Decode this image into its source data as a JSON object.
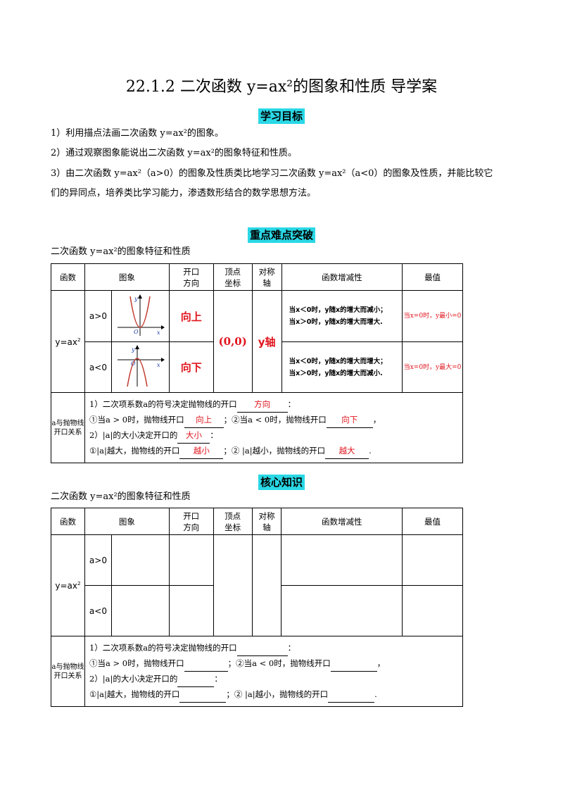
{
  "title": "22.1.2 二次函数 y=ax²的图象和性质 导学案",
  "sections": {
    "objectives": "学习目标",
    "key_points": "重点难点突破",
    "core": "核心知识"
  },
  "objectives": [
    "1）利用描点法画二次函数 y=ax²的图象。",
    "2）通过观察图象能说出二次函数 y=ax²的图象特征和性质。",
    "3）由二次函数 y=ax²（a>0）的图象及性质类比地学习二次函数 y=ax²（a<0）的图象及性质，并能比较它",
    "们的异同点，培养类比学习能力，渗透数形结合的数学思想方法。"
  ],
  "table_intro": "二次函数 y=ax²的图象特征和性质",
  "headers": {
    "func": "函数",
    "graph": "图象",
    "opening_1": "开口",
    "opening_2": "方向",
    "vertex_1": "顶点",
    "vertex_2": "坐标",
    "axis_1": "对称",
    "axis_2": "轴",
    "monotonic": "函数增减性",
    "extreme": "最值"
  },
  "func_label": "y=ax²",
  "case_pos": "a>0",
  "case_neg": "a<0",
  "filled": {
    "open_up": "向上",
    "open_down": "向下",
    "vertex": "(0,0)",
    "axis": "y轴",
    "pos_rule_1": "当x＜0时，y随x的增大而减小；",
    "pos_rule_2": "当x＞0时，y随x的增大而增大.",
    "neg_rule_1": "当x＜0时，y随x的增大而增大；",
    "neg_rule_2": "当x＞0时，y随x的增大而减小.",
    "pos_max": "当x=0时，y最小=0",
    "neg_max": "当x=0时，y最大=0"
  },
  "side_label": "a与抛物线开口关系",
  "notes": {
    "line1": "1）二次项系数a的符号决定抛物线的开口",
    "line2a": "①当a > 0时，抛物线开口",
    "line2b": "；②当a < 0时，抛物线开口",
    "line3": "2）|a|的大小决定开口的",
    "line4a": "①|a|越大，抛物线的开口",
    "line4b": "；② |a|越小，抛物线的开口",
    "ans1": "方向",
    "ans2": "向上",
    "ans3": "向下",
    "ans4": "大小",
    "ans5": "越小",
    "ans6": "越大"
  },
  "graph_labels": {
    "y": "y",
    "x": "x",
    "o": "O"
  }
}
